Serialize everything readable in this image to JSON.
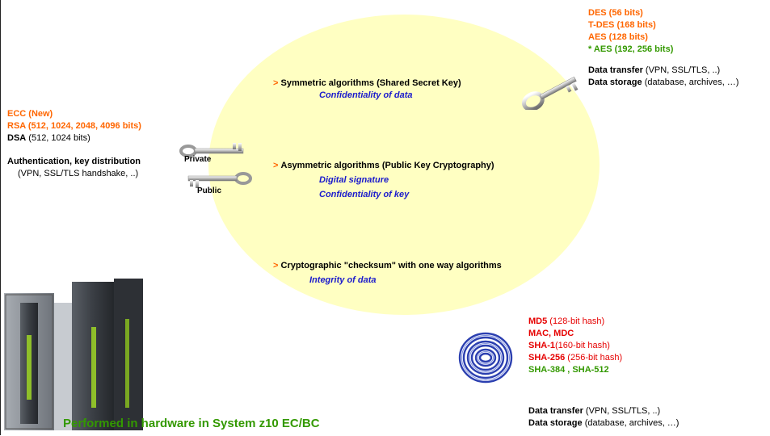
{
  "algorithms": {
    "symmetric": {
      "arrow": ">",
      "label": "Symmetric algorithms (Shared Secret Key)",
      "purpose": "Confidentiality of data"
    },
    "asymmetric": {
      "arrow": ">",
      "label": "Asymmetric algorithms (Public Key Cryptography)",
      "purposes": [
        "Digital signature",
        "Confidentiality of key"
      ]
    },
    "checksum": {
      "arrow": ">",
      "label": "Cryptographic \"checksum\" with one way algorithms",
      "purpose": "Integrity of data"
    }
  },
  "symmetric_panel": {
    "ciphers": [
      "DES (56 bits)",
      "T-DES (168 bits)",
      "AES (128 bits)"
    ],
    "new_cipher": "* AES (192, 256 bits)",
    "uses": [
      {
        "bold": "Data transfer",
        "rest": " (VPN, SSL/TLS, ..)"
      },
      {
        "bold": "Data storage",
        "rest": " (database, archives, …)"
      }
    ]
  },
  "asymmetric_panel": {
    "ecc": "ECC (New)",
    "rsa": "RSA (512, 1024, 2048, 4096 bits)",
    "dsa_bold": "DSA",
    "dsa_rest": " (512, 1024 bits)",
    "use_title": "Authentication, key distribution",
    "use_detail": "(VPN, SSL/TLS handshake, ..)"
  },
  "keys": {
    "private_label": "Private",
    "public_label": "Public"
  },
  "hash_panel": {
    "md5_bold": "MD5",
    "md5_rest": " (128-bit hash)",
    "mac": "MAC, MDC",
    "sha1_bold": "SHA-1",
    "sha1_rest": "(160-bit hash)",
    "sha256_bold": "SHA-256",
    "sha256_rest": " (256-bit hash)",
    "sha_new": "SHA-384 , SHA-512",
    "uses": [
      {
        "bold": "Data transfer",
        "rest": " (VPN, SSL/TLS, ..)"
      },
      {
        "bold": "Data storage",
        "rest": " (database, archives, …)"
      }
    ]
  },
  "footer": {
    "title": "Performed in hardware in System z10 EC/BC"
  },
  "colors": {
    "orange": "#ff6600",
    "green": "#339900",
    "red": "#e60000",
    "blue": "#1a1acc",
    "ellipse": "#ffffc2"
  }
}
